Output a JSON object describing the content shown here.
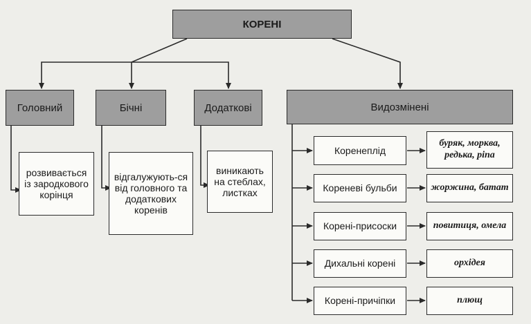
{
  "root": "КОРЕНІ",
  "categories": {
    "main": "Головний",
    "lateral": "Бічні",
    "additional": "Додаткові",
    "modified": "Видозмінені"
  },
  "descriptions": {
    "main": "розвивається із зародкового корінця",
    "lateral": "відгалужують-ся від головного та додаткових коренів",
    "additional": "виникають на стеблах, листках"
  },
  "modified_types": [
    {
      "name": "Коренеплід",
      "examples": "буряк, морква, редька, ріпа"
    },
    {
      "name": "Кореневі бульби",
      "examples": "жоржина, батат"
    },
    {
      "name": "Корені-присоски",
      "examples": "повитиця, омела"
    },
    {
      "name": "Дихальні корені",
      "examples": "орхідея"
    },
    {
      "name": "Корені-причіпки",
      "examples": "плющ"
    }
  ]
}
